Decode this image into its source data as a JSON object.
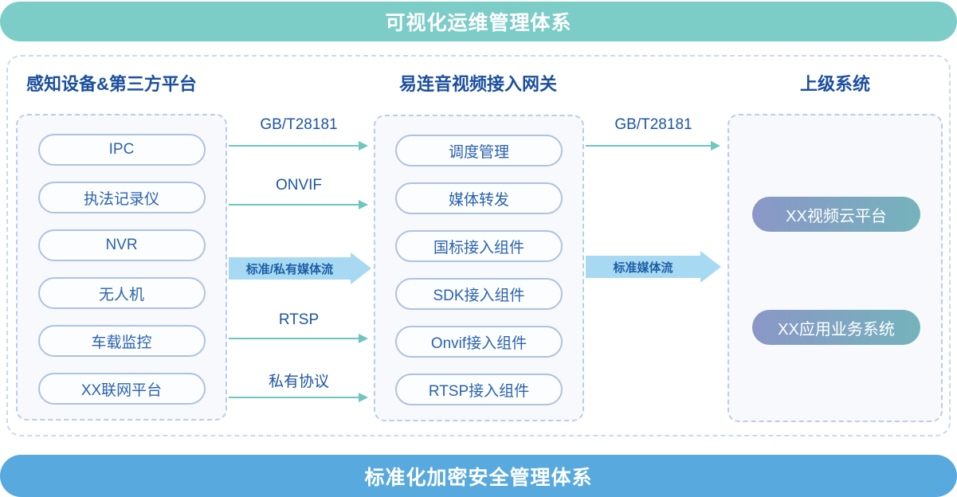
{
  "banners": {
    "top": "可视化运维管理体系",
    "bottom": "标准化加密安全管理体系"
  },
  "columns": {
    "devices": {
      "title": "感知设备&第三方平台",
      "items": [
        "IPC",
        "执法记录仪",
        "NVR",
        "无人机",
        "车载监控",
        "XX联网平台"
      ]
    },
    "gateway": {
      "title": "易连音视频接入网关",
      "items": [
        "调度管理",
        "媒体转发",
        "国标接入组件",
        "SDK接入组件",
        "Onvif接入组件",
        "RTSP接入组件"
      ]
    },
    "upper": {
      "title": "上级系统",
      "items": [
        "XX视频云平台",
        "XX应用业务系统"
      ]
    }
  },
  "flows": {
    "devices_to_gateway": [
      {
        "label": "GB/T28181",
        "type": "line"
      },
      {
        "label": "ONVIF",
        "type": "line"
      },
      {
        "label": "标准/私有媒体流",
        "type": "band"
      },
      {
        "label": "RTSP",
        "type": "line"
      },
      {
        "label": "私有协议",
        "type": "line"
      }
    ],
    "gateway_to_upper": [
      {
        "label": "GB/T28181",
        "type": "line"
      },
      {
        "label": "标准媒体流",
        "type": "band"
      }
    ]
  },
  "colors": {
    "top_banner": "#7CCCC7",
    "bottom_banner": "#57A9DE",
    "header_text": "#1B4F9E",
    "pill_text": "#2A63AE",
    "pill_border": "#AEC2E2",
    "arrow_teal": "#6EC6C0",
    "band_fill": "#A8D9F2",
    "band_text": "#1C5FA8",
    "gradient_pill_left": "#8A97C6",
    "gradient_pill_right": "#74B3BC",
    "dashed_border": "#BCCDE9",
    "group_bg": "#F7F9FC"
  }
}
